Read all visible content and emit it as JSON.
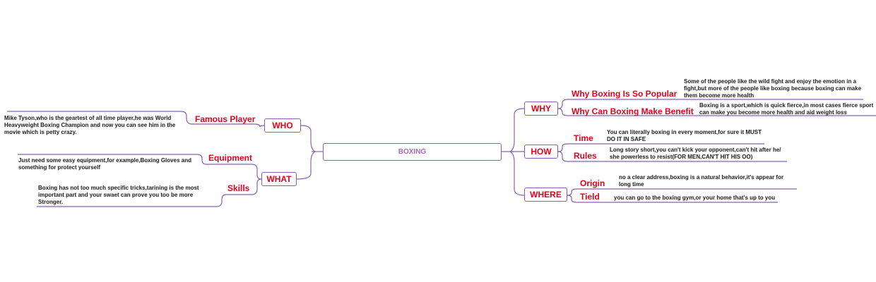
{
  "center": "BOXING",
  "left": {
    "who": {
      "title": "WHO",
      "famous_player": {
        "label": "Famous Player",
        "note": "Mike Tyson,who is the geartest of all time player,he was World Heavyweight Boxing Champion and now you can see him in the movie which is petty crazy."
      }
    },
    "what": {
      "title": "WHAT",
      "equipment": {
        "label": "Equipment",
        "note": "Just need some easy equipment,for example,Boxing Gloves and something for protect yourself"
      },
      "skills": {
        "label": "Skills",
        "note": "Boxing has not too much specific tricks,tarining is the most important part and your swaet can prove you too be more Stronger."
      }
    }
  },
  "right": {
    "why": {
      "title": "WHY",
      "popular": {
        "label": "Why Boxing Is So Popular",
        "note": "Some of the people like the wild fight and enjoy the emotion in a fight,but more of the people like boxing because boxing can make them become more health"
      },
      "benefit": {
        "label": "Why Can Boxing Make Benefit",
        "note": "Boxing is a sport,which is quick fierce,in most cases fierce sport can make you become more health and aid weight loss"
      }
    },
    "how": {
      "title": "HOW",
      "time": {
        "label": "Time",
        "note": "You can literally boxing in every moment,for sure it MUST DO IT IN SAFE"
      },
      "rules": {
        "label": "Rules",
        "note": "Long story short,you can't kick your opponent,can't hit after he/ she powerless to resist(FOR MEN,CAN'T HIT HIS OO)"
      }
    },
    "where": {
      "title": "WHERE",
      "origin": {
        "label": "Origin",
        "note": "no a clear address,boxing is a natural behavior,it's appear for long time"
      },
      "tield": {
        "label": "Tield",
        "note": "you can go to the boxing gym,or your home that's up to you"
      }
    }
  },
  "colors": {
    "line": "#8a5fb3",
    "label": "#e8001c",
    "center_text": "#a36bb0",
    "note": "#1a1a1a"
  }
}
